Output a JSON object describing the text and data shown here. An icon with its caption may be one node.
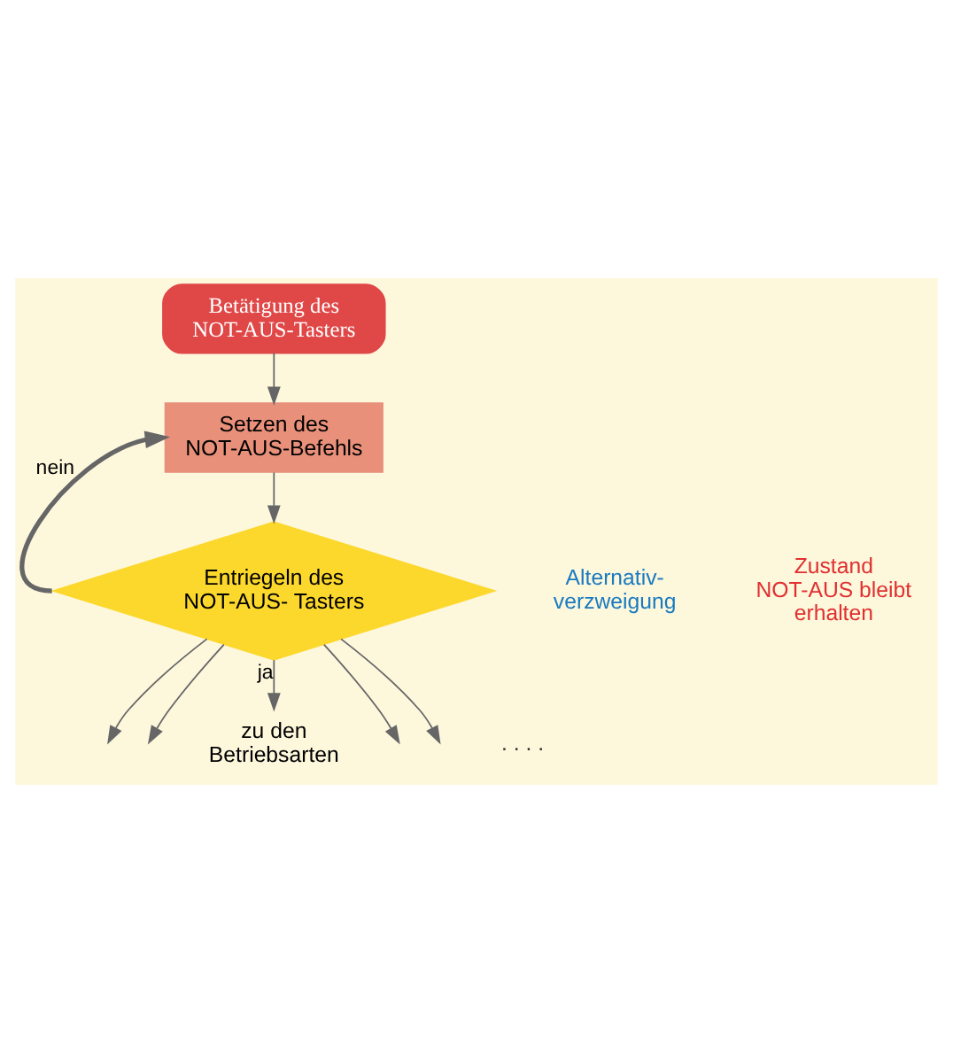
{
  "diagram": {
    "nodes": [
      {
        "text": [
          "Betätigung des NOT-AUS-Tasters"
        ]
      },
      {
        "text": [
          "Setzen des NOT-AUS-Befehls"
        ]
      },
      {
        "text": [
          "Entriegeln des NOT-AUS- Tasters"
        ]
      },
      {
        "text": [
          "zu den Betriebsarten"
        ]
      }
    ],
    "edges": [
      {
        "from": 0,
        "to": 1,
        "arrow": "to"
      },
      {
        "from": 1,
        "to": 2,
        "arrow": "to"
      },
      {
        "from": 2,
        "to": 1,
        "arrow": "to",
        "label": "nein",
        "style": "thick"
      },
      {
        "from": 2,
        "to": null,
        "arrow": "to"
      },
      {
        "from": 2,
        "to": null,
        "arrow": "to"
      },
      {
        "from": 2,
        "to": 3,
        "arrow": "to",
        "label": "ja"
      },
      {
        "from": 2,
        "to": null,
        "arrow": "to"
      },
      {
        "from": 2,
        "to": null,
        "arrow": "to"
      }
    ],
    "labels": [
      "Zustand NOT-AUS bleibt erhalten",
      "Alternativ- verzweigung",
      ". . . ."
    ]
  }
}
